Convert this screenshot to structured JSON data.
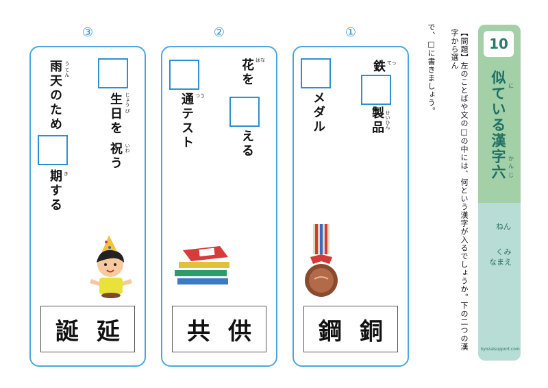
{
  "worksheet": {
    "number": "10",
    "title": "似ている漢字六",
    "title_ruby": [
      "に",
      "かん",
      "じ"
    ],
    "year_label": "ねん",
    "class_label": "くみ",
    "name_label": "なまえ",
    "site": "kyozaisupport.com"
  },
  "instructions": {
    "line1": "【問題】左のことばや文の□の中には、何という漢字が入るでしょうか。下の二つの漢字から選ん",
    "line2": "で、□に書きましょう。"
  },
  "questions": [
    {
      "number": "①",
      "text_a": "鉄",
      "ruby_a": "てっ",
      "text_b": "製品",
      "ruby_b": "せいひん",
      "text_c": "メダル",
      "image": "bronze-medal",
      "choices": [
        "鋼",
        "銅"
      ]
    },
    {
      "number": "②",
      "text_a": "花を",
      "ruby_a": "はな",
      "text_b": "える",
      "text_c": "通テスト",
      "ruby_c": "つう",
      "image": "stack-of-books",
      "choices": [
        "共",
        "供"
      ]
    },
    {
      "number": "③",
      "text_a": "生日を 祝う",
      "ruby_a1": "じょう び",
      "ruby_a2": "いわ",
      "text_b": "雨天のため",
      "ruby_b": "う てん",
      "text_c": "期する",
      "ruby_c": "き",
      "image": "birthday-child",
      "choices": [
        "誕",
        "延"
      ]
    }
  ]
}
